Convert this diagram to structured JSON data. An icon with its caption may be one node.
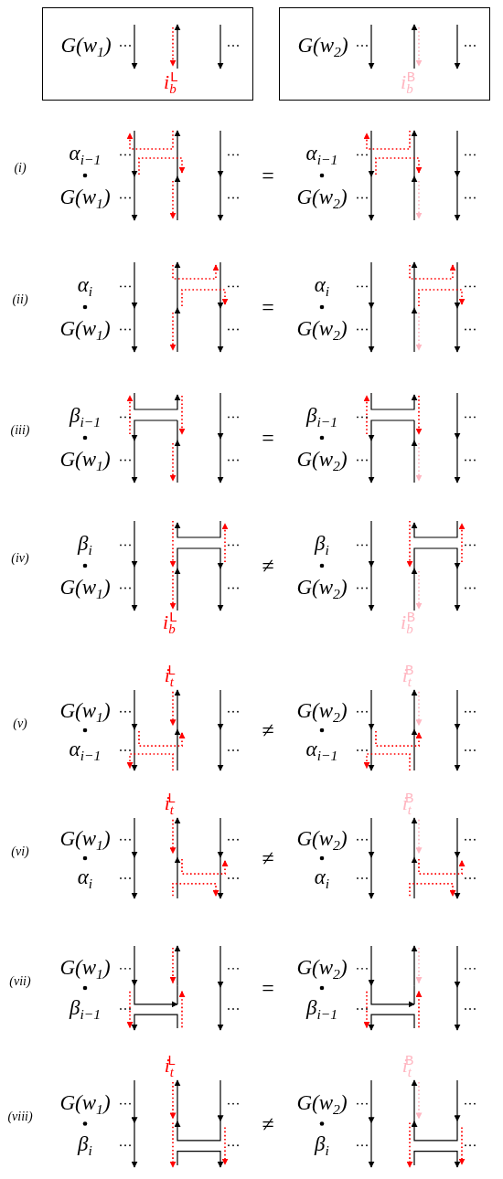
{
  "diagram": {
    "nodes": [
      {
        "text": [
          "G(w$_{1}$)",
          "i$_{b}$$^{L}$"
        ]
      },
      {
        "text": [
          "G(w$_{2}$)",
          "i$_{b}$$^{B}$"
        ]
      }
    ],
    "labels": [
      "(i)",
      "α$_{i−1}$",
      "G(w$_{1}$)",
      "=",
      "α$_{i−1}$",
      "G(w$_{2}$)",
      "(ii)",
      "α$_{i}$",
      "G(w$_{1}$)",
      "=",
      "α$_{i}$",
      "G(w$_{2}$)",
      "(iii)",
      "β$_{i−1}$",
      "G(w$_{1}$)",
      "=",
      "β$_{i−1}$",
      "G(w$_{2}$)",
      "(iv)",
      "β$_{i}$",
      "G(w$_{1}$)",
      "≠",
      "β$_{i}$",
      "G(w$_{2}$)",
      "i$_{b}$$^{L}$",
      "i$_{b}$$^{B}$",
      "i$_{t}$$^{L}$",
      "i$_{t}$$^{B}$",
      "(v)",
      "G(w$_{1}$)",
      "≠",
      "G(w$_{2}$)",
      "α$_{i−1}$",
      "α$_{i−1}$",
      "i$_{t}$$^{L}$",
      "i$_{t}$$^{B}$",
      "(vi)",
      "G(w$_{1}$)",
      "≠",
      "G(w$_{2}$)",
      "α$_{i}$",
      "α$_{i}$",
      "(vii)",
      "G(w$_{1}$)",
      "=",
      "G(w$_{2}$)",
      "β$_{i−1}$",
      "β$_{i−1}$",
      "i$_{t}$$^{L}$",
      "i$_{t}$$^{B}$",
      "(viii)",
      "G(w$_{1}$)",
      "≠",
      "G(w$_{2}$)",
      "β$_{i}$",
      "β$_{i}$"
    ]
  }
}
